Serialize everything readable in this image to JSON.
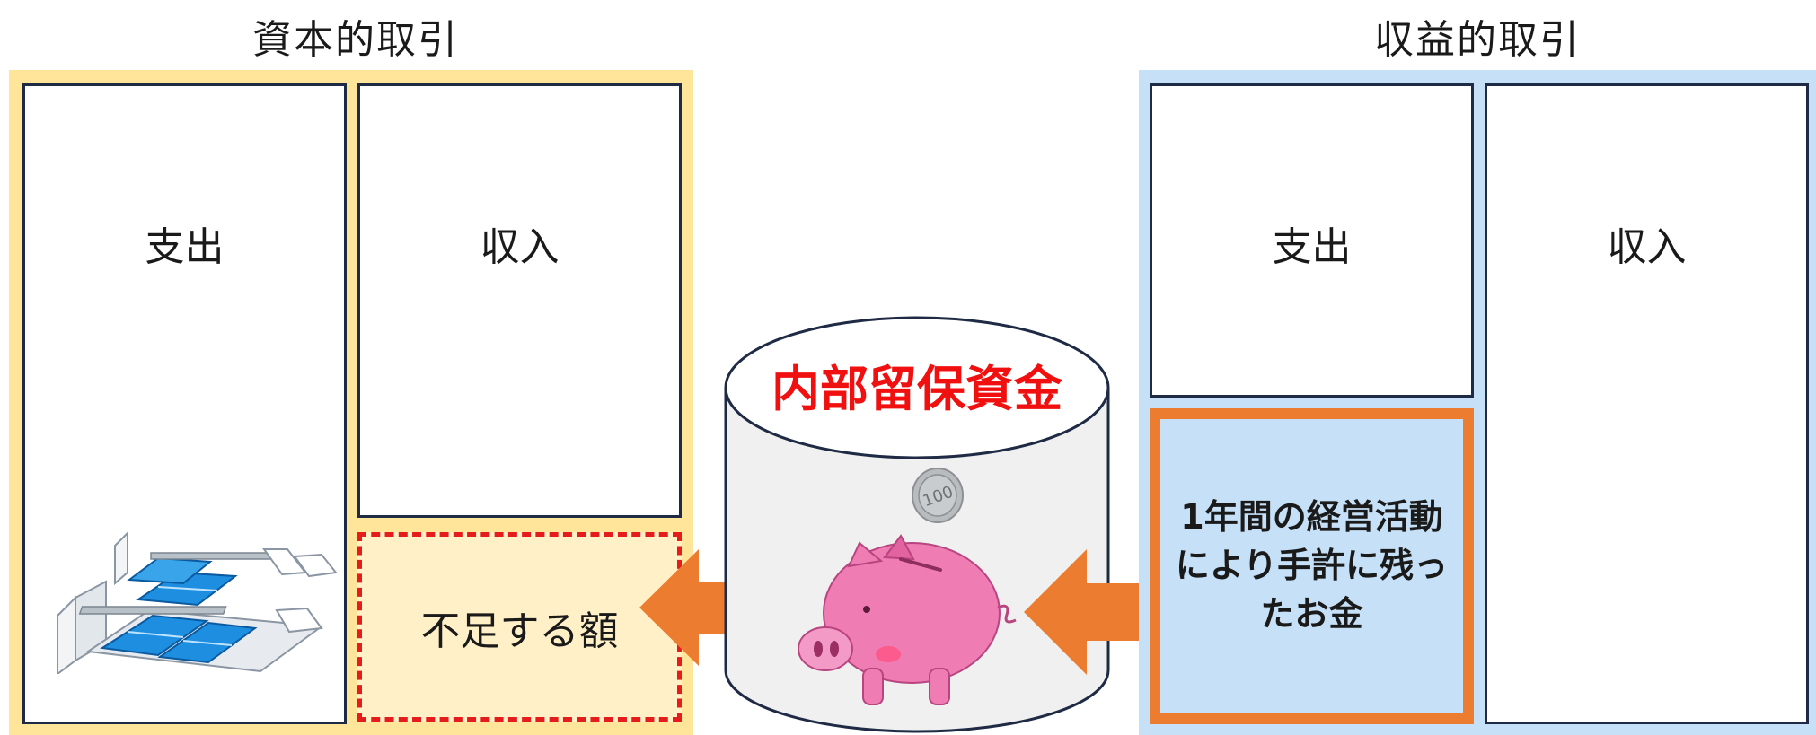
{
  "capital": {
    "heading": "資本的取引",
    "expense_label": "支出",
    "income_label": "収入",
    "shortfall_label": "不足する額"
  },
  "revenue": {
    "heading": "収益的取引",
    "expense_label": "支出",
    "income_label": "収入",
    "retained_label": "1年間の経営活動により手許に残ったお金"
  },
  "reserve": {
    "title": "内部留保資金",
    "coin_text": "100"
  },
  "icons": [
    "water-treatment-plant-icon",
    "piggy-bank-icon",
    "coin-icon",
    "arrow-left-icon"
  ],
  "colors": {
    "capital_panel": "#ffe599",
    "revenue_panel": "#c5e0f7",
    "shortfall_border": "#e41c1c",
    "arrow": "#ec7c30",
    "reserve_title": "#f01010"
  }
}
